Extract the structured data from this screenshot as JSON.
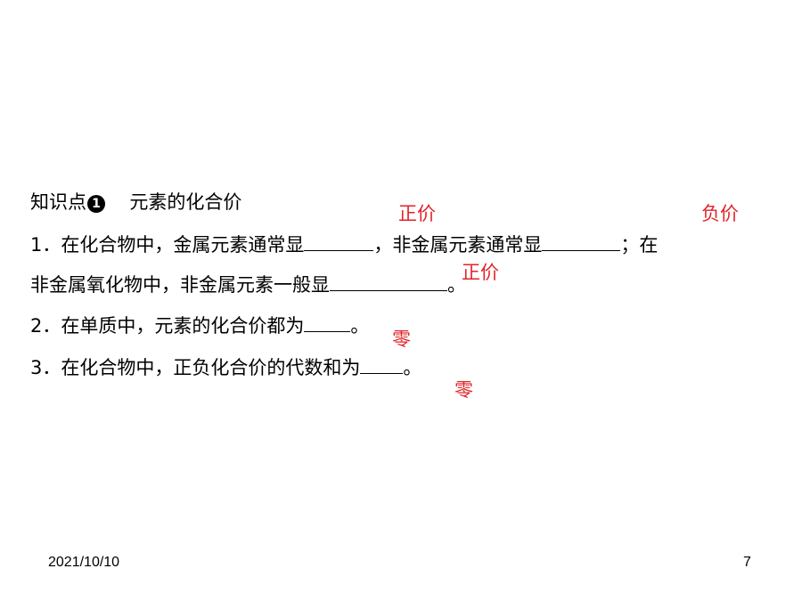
{
  "section": {
    "title_prefix": "知识点",
    "badge": "1",
    "title": "元素的化合价"
  },
  "item1": {
    "line1_a": "1．在化合物中，金属元素通常显",
    "line1_b": "，非金属元素通常显",
    "line1_c": "；在",
    "line2_a": "非金属氧化物中，非金属元素一般显",
    "line2_end": "。",
    "answers": [
      "正价",
      "负价",
      "正价"
    ]
  },
  "item2": {
    "text": "2．在单质中，元素的化合价都为",
    "end": "。",
    "answer": "零"
  },
  "item3": {
    "text": "3．在化合物中，正负化合价的代数和为",
    "end": "。",
    "answer": "零"
  },
  "footer": {
    "date": "2021/10/10",
    "page": "7"
  }
}
